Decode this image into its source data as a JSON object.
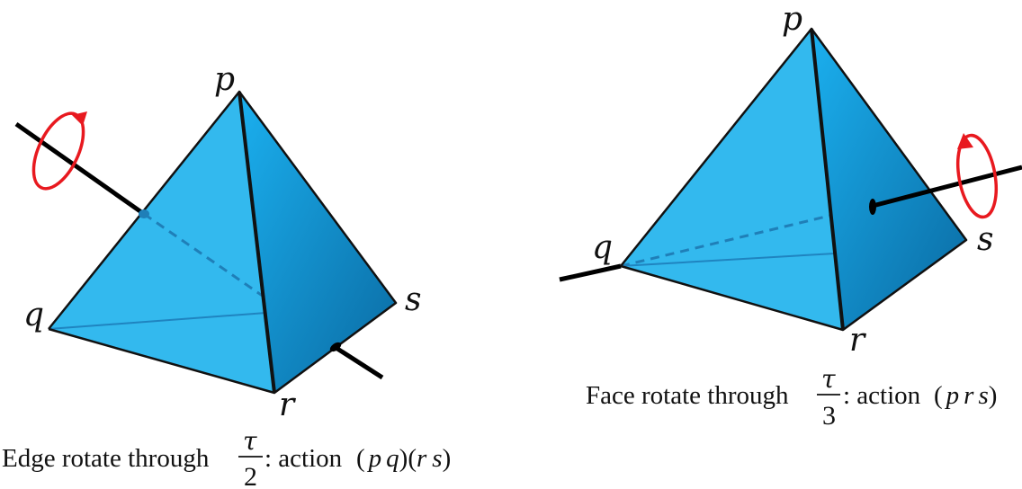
{
  "left_panel": {
    "vertex_labels": {
      "p": "p",
      "q": "q",
      "r": "r",
      "s": "s"
    },
    "caption": {
      "prefix": "Edge rotate through",
      "fraction_numerator": "τ",
      "fraction_denominator": "2",
      "middle": ":  action",
      "permutation_parts": [
        "(",
        "p",
        "q",
        ")(",
        "r",
        "s",
        ")"
      ]
    }
  },
  "right_panel": {
    "vertex_labels": {
      "p": "p",
      "q": "q",
      "r": "r",
      "s": "s"
    },
    "caption": {
      "prefix": "Face rotate through",
      "fraction_numerator": "τ",
      "fraction_denominator": "3",
      "middle": ":  action",
      "permutation_parts": [
        "(",
        "p",
        "r",
        "s",
        ")"
      ]
    }
  },
  "colors": {
    "face_front": "#33b9ee",
    "face_side_light": "#1aa8e8",
    "face_side_dark": "#0a6fa8",
    "hidden_edge": "#1f7fb8",
    "rotation_arrow": "#e8191f",
    "axis": "#000000"
  }
}
